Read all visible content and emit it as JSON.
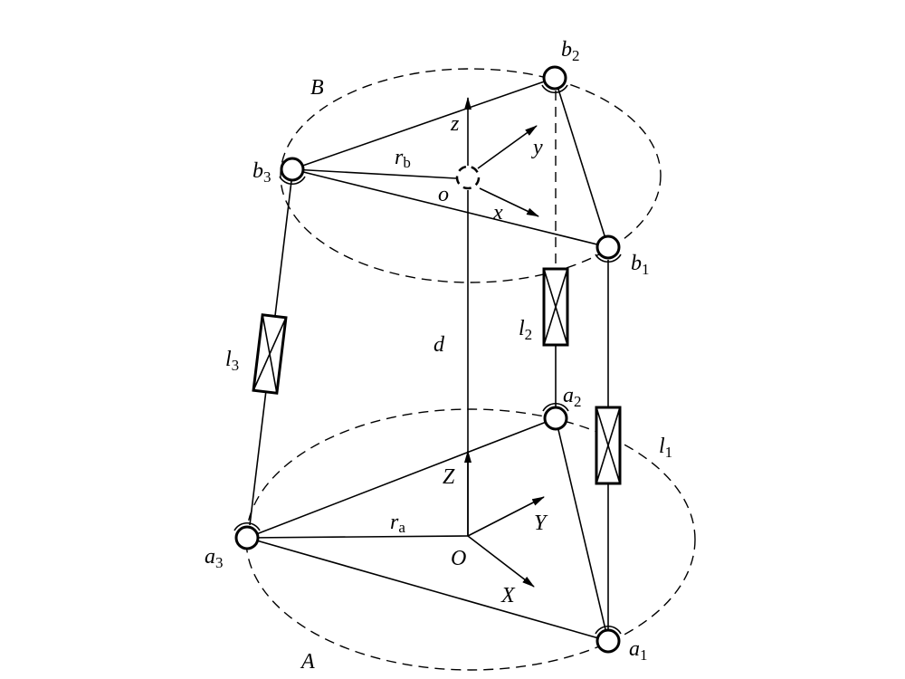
{
  "labels": {
    "B": "B",
    "A": "A",
    "b1": "b",
    "b1_sub": "1",
    "b2": "b",
    "b2_sub": "2",
    "b3": "b",
    "b3_sub": "3",
    "a1": "a",
    "a1_sub": "1",
    "a2": "a",
    "a2_sub": "2",
    "a3": "a",
    "a3_sub": "3",
    "l1": "l",
    "l1_sub": "1",
    "l2": "l",
    "l2_sub": "2",
    "l3": "l",
    "l3_sub": "3",
    "rb": "r",
    "rb_sub": "b",
    "ra": "r",
    "ra_sub": "a",
    "o": "o",
    "O": "O",
    "x": "x",
    "y": "y",
    "z": "z",
    "X": "X",
    "Y": "Y",
    "Z": "Z",
    "d": "d"
  }
}
